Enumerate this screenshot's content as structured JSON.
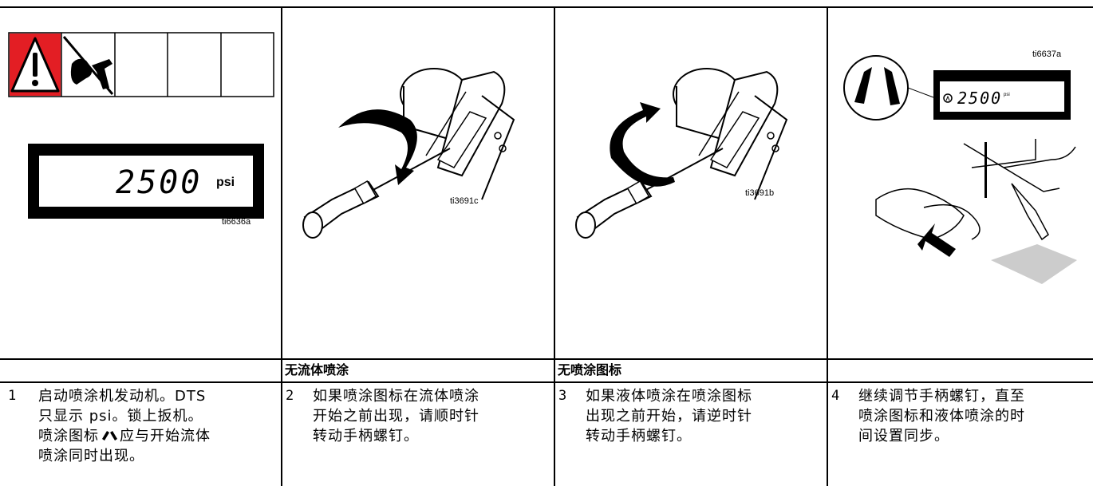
{
  "panel1": {
    "display_value": "2500",
    "display_unit": "psi",
    "figure_label": "ti6636a"
  },
  "panel2": {
    "figure_label": "ti3691c",
    "header": "无流体喷涂"
  },
  "panel3": {
    "figure_label": "ti3691b",
    "header": "无喷涂图标"
  },
  "panel4": {
    "figure_label": "ti6637a",
    "display_value": "2500",
    "display_unit": "psi"
  },
  "steps": [
    {
      "number": "1",
      "lines": [
        "启动喷涂机发动机。DTS",
        "只显示 psi。锁上扳机。",
        "喷涂图标",
        "应与开始流体",
        "喷涂同时出现。"
      ]
    },
    {
      "number": "2",
      "lines": [
        "如果喷涂图标在流体喷涂",
        "开始之前出现，请顺时针",
        "转动手柄螺钉。"
      ]
    },
    {
      "number": "3",
      "lines": [
        "如果液体喷涂在喷涂图标",
        "出现之前开始，请逆时针",
        "转动手柄螺钉。"
      ]
    },
    {
      "number": "4",
      "lines": [
        "继续调节手柄螺钉，直至",
        "喷涂图标和液体喷涂的时",
        "间设置同步。"
      ]
    }
  ],
  "colors": {
    "warning_red": "#e31e24",
    "line": "#000000"
  }
}
